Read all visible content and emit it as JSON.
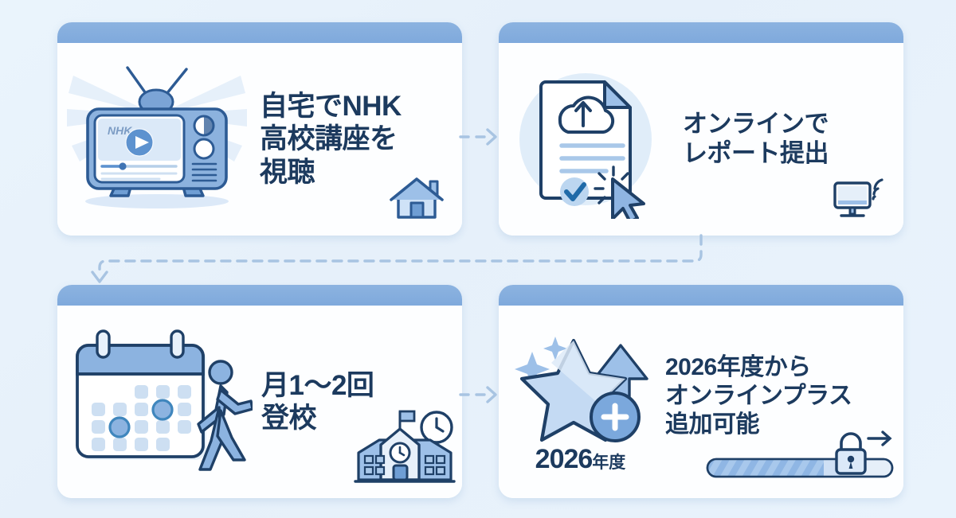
{
  "theme": {
    "background": "#e9f3fc",
    "card_header": "#7fa9dc",
    "card_surface": "#ffffff",
    "headline_color": "#1c3a5e",
    "icon_stroke": "#1f3f63",
    "icon_fill_light": "#cfe0f5",
    "icon_fill_mid": "#9dc0e8",
    "connector_color": "#a8c4e2"
  },
  "cards": [
    {
      "id": "card1",
      "order": 1,
      "headline_lines": [
        "自宅でNHK",
        "高校講座を",
        "視聴"
      ],
      "main_icon": "retro-tv-icon",
      "main_icon_label": "NHK",
      "corner_icon": "house-icon"
    },
    {
      "id": "card2",
      "order": 2,
      "headline_lines": [
        "オンラインで",
        "レポート提出"
      ],
      "main_icon": "document-upload-cursor-icon",
      "corner_icon": "monitor-wifi-icon"
    },
    {
      "id": "card3",
      "order": 3,
      "headline_lines": [
        "月1〜2回",
        "登校"
      ],
      "main_icon": "calendar-walking-person-icon",
      "corner_icon": "school-clock-icon"
    },
    {
      "id": "card4",
      "order": 4,
      "headline_lines": [
        "2026年度から",
        "オンラインプラス",
        "追加可能"
      ],
      "main_icon": "star-plus-arrow-icon",
      "badge_year_big": "2026",
      "badge_year_small": "年度",
      "corner_icon": "progress-lock-arrow-icon",
      "progress_percent": 63
    }
  ],
  "connectors": [
    {
      "name": "card1-to-card2",
      "style": "dashed-arrow",
      "direction": "right"
    },
    {
      "name": "card2-to-card3",
      "style": "dashed-elbow-arrow",
      "direction": "down-left"
    },
    {
      "name": "card3-to-card4",
      "style": "dashed-arrow",
      "direction": "right"
    }
  ]
}
